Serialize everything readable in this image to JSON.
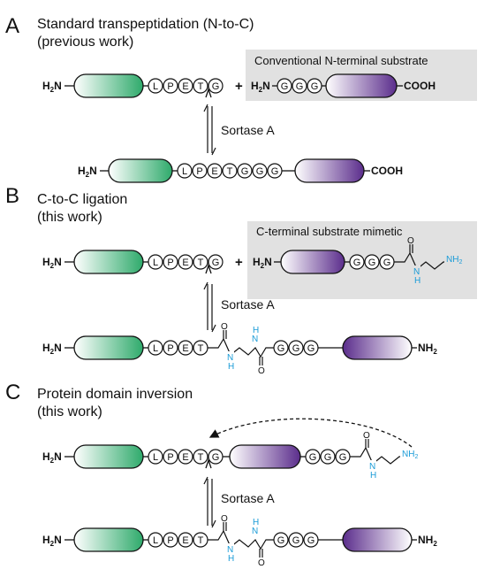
{
  "panels": {
    "A": {
      "letter": "A",
      "title_line1": "Standard transpeptidation (N-to-C)",
      "title_line2": "(previous work)",
      "box_label": "Conventional N-terminal substrate",
      "enzyme": "Sortase A"
    },
    "B": {
      "letter": "B",
      "title_line1": "C-to-C ligation",
      "title_line2": "(this work)",
      "box_label": "C-terminal substrate mimetic",
      "enzyme": "Sortase A"
    },
    "C": {
      "letter": "C",
      "title_line1": "Protein domain inversion",
      "title_line2": "(this work)",
      "enzyme": "Sortase A"
    }
  },
  "labels": {
    "h2n_main": "H",
    "h2n_sub": "2",
    "h2n_tail": "N",
    "plus": "+",
    "cooh": "COOH",
    "nh2_main": "NH",
    "nh2_sub": "2",
    "amide_H": "H",
    "amide_N": "N",
    "carbonyl_O": "O"
  },
  "residues": {
    "L": "L",
    "P": "P",
    "E": "E",
    "T": "T",
    "G": "G"
  },
  "colors": {
    "green": "#2eaa6b",
    "purple": "#5b2d8c",
    "cyan": "#1a9bd7",
    "box_gray": "#e1e1e1"
  }
}
